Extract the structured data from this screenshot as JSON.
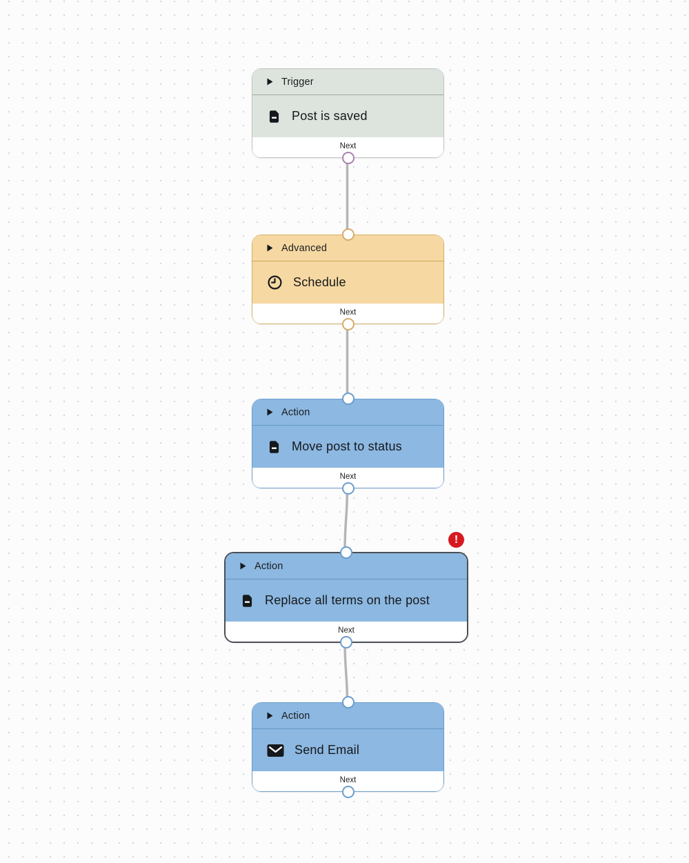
{
  "canvas": {
    "background_color": "#fcfcfd",
    "dot_color": "#d7d7db",
    "connector_color": "#b5b5b8"
  },
  "nodes": [
    {
      "category": "Trigger",
      "title": "Post is saved",
      "icon": "document-icon",
      "footer_label": "Next",
      "colors": {
        "fill": "#dde4de",
        "border": "#bcc3bd",
        "divider": "#9fa7a0",
        "port": "#a97fae"
      }
    },
    {
      "category": "Advanced",
      "title": "Schedule",
      "icon": "clock-icon",
      "footer_label": "Next",
      "colors": {
        "fill": "#f6d8a2",
        "border": "#d6ad64",
        "divider": "#cda458",
        "port": "#d4ab68"
      }
    },
    {
      "category": "Action",
      "title": "Move post to status",
      "icon": "document-icon",
      "footer_label": "Next",
      "colors": {
        "fill": "#8cb8e1",
        "border": "#6b9dcb",
        "divider": "#6496c5",
        "port": "#6b9dcb"
      }
    },
    {
      "category": "Action",
      "title": "Replace all terms on the post",
      "icon": "document-icon",
      "footer_label": "Next",
      "selected": true,
      "error_badge": "!",
      "colors": {
        "fill": "#8cb8e1",
        "border": "#4b4f54",
        "divider": "#6496c5",
        "port": "#6b9dcb"
      }
    },
    {
      "category": "Action",
      "title": "Send Email",
      "icon": "envelope-icon",
      "footer_label": "Next",
      "colors": {
        "fill": "#8cb8e1",
        "border": "#6b9dcb",
        "divider": "#6496c5",
        "port": "#6b9dcb"
      }
    }
  ]
}
